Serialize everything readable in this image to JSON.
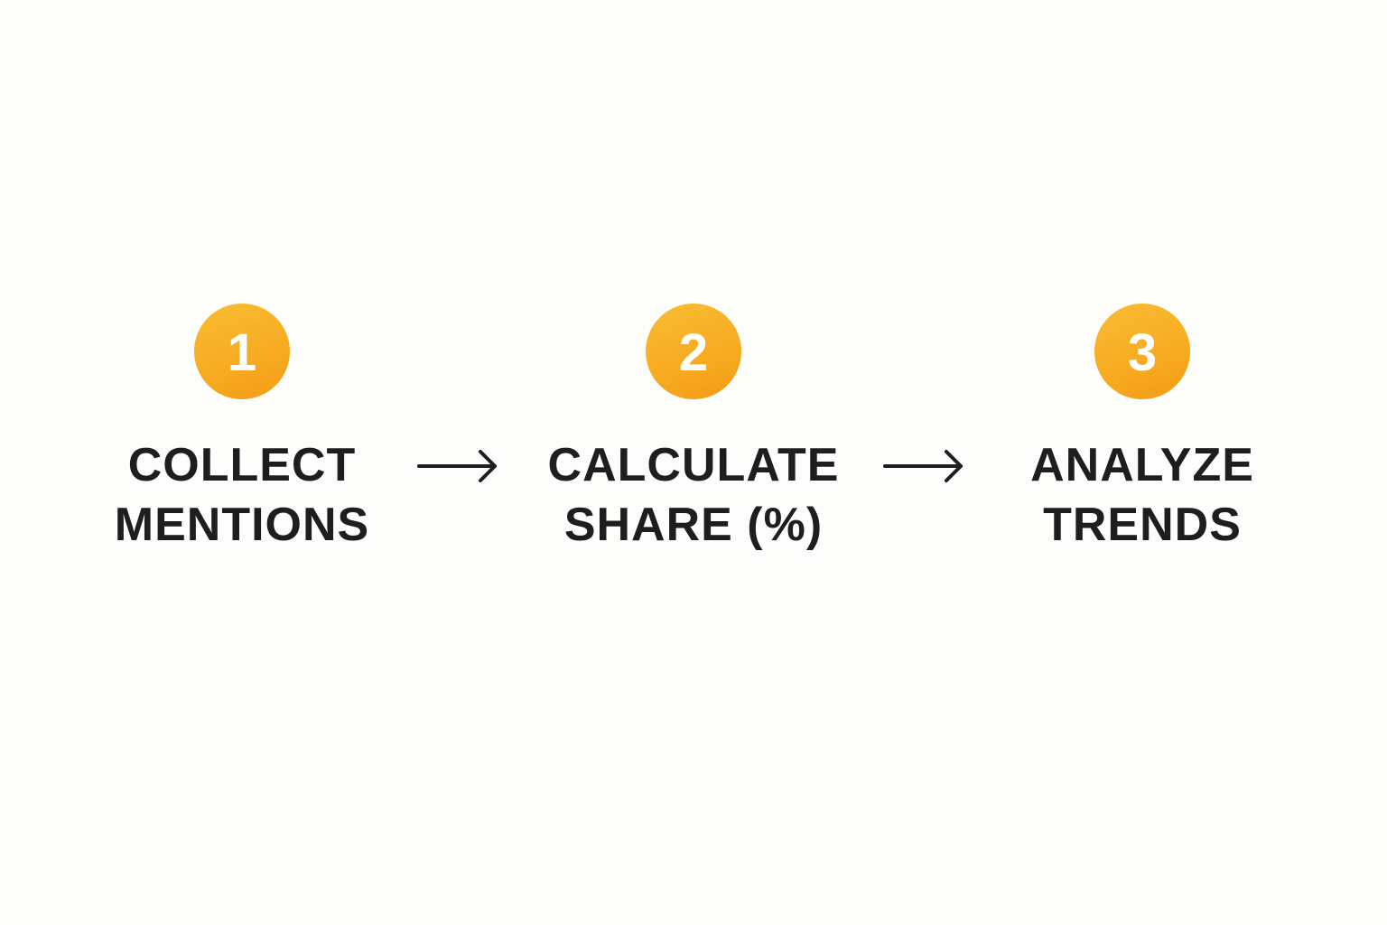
{
  "steps": [
    {
      "number": "1",
      "line1": "COLLECT",
      "line2": "MENTIONS"
    },
    {
      "number": "2",
      "line1": "CALCULATE",
      "line2": "SHARE (%)"
    },
    {
      "number": "3",
      "line1": "ANALYZE",
      "line2": "TRENDS"
    }
  ],
  "connectors": [
    "right-arrow-icon",
    "right-arrow-icon"
  ],
  "colors": {
    "badge": "#f7aa21",
    "badge_text": "#ffffff",
    "label_text": "#1d1e20",
    "arrow": "#1d1e20",
    "background": "#fdfdfc"
  }
}
